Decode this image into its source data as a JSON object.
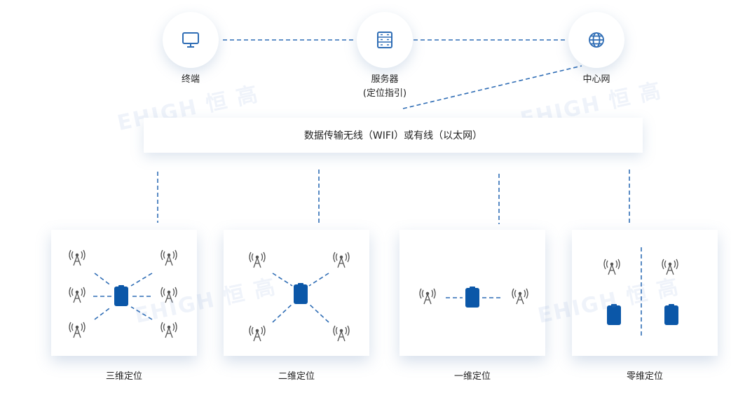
{
  "nodes": {
    "terminal": {
      "label": "终端",
      "icon": "monitor-icon"
    },
    "server": {
      "label": "服务器",
      "sublabel": "(定位指引)",
      "icon": "server-icon"
    },
    "center": {
      "label": "中心网",
      "icon": "globe-icon"
    }
  },
  "transport_bar": {
    "label": "数据传输无线（WIFI）或有线（以太网）"
  },
  "cards": [
    {
      "label": "三维定位"
    },
    {
      "label": "二维定位"
    },
    {
      "label": "一维定位"
    },
    {
      "label": "零维定位"
    }
  ],
  "watermark": "EHIGH 恒高",
  "colors": {
    "accent": "#0b57a8",
    "line": "#2f6db5",
    "antenna": "#555555"
  }
}
